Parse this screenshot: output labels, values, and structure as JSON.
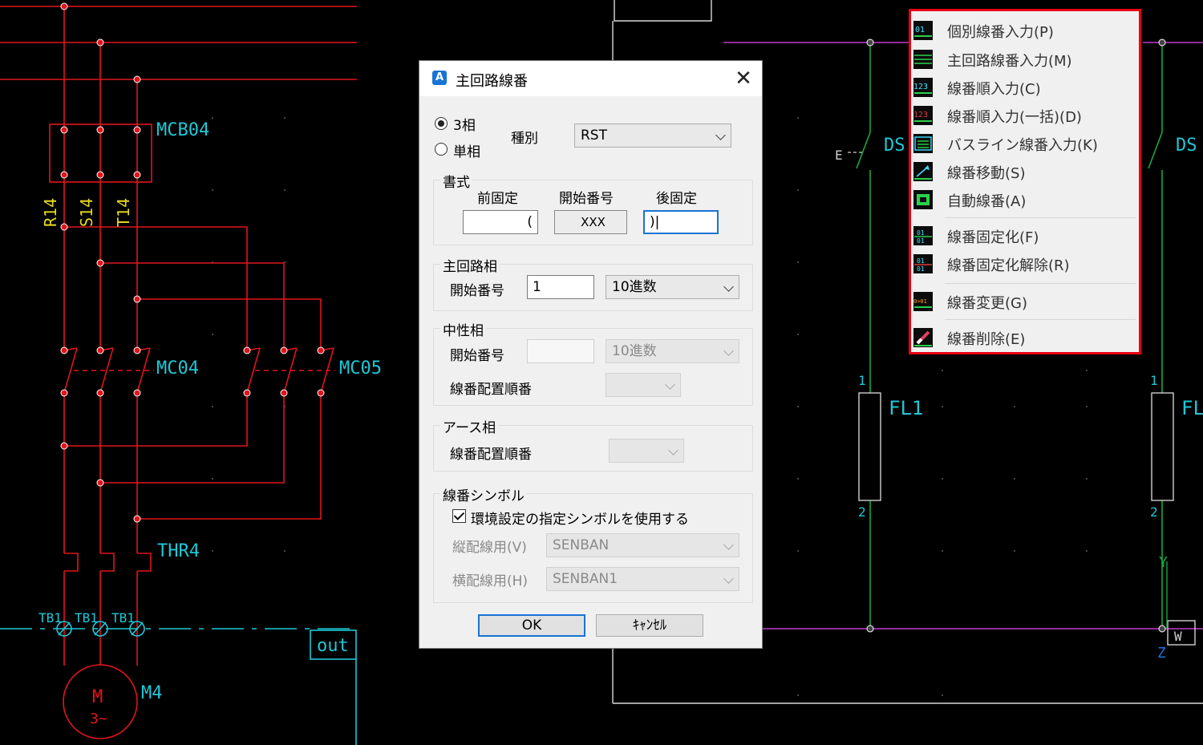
{
  "cad": {
    "mcb_label": "MCB04",
    "wire_labels": [
      "R14",
      "S14",
      "T14"
    ],
    "mc04_label": "MC04",
    "mc05_label": "MC05",
    "thr_label": "THR4",
    "tb_labels": [
      "TB1",
      "TB1",
      "TB1"
    ],
    "out_label": "out",
    "motor_letter": "M",
    "motor_phase": "3~",
    "motor_label": "M4",
    "ds_label": "DS",
    "ds_label_right": "DS",
    "fl_label": "FL1",
    "fl_label_right": "FL",
    "e_label": "E",
    "pin_top": "1",
    "pin_bottom": "2",
    "pin_top_right": "1",
    "pin_bottom_right": "2",
    "y_label": "Y",
    "z_label": "Z",
    "w_label": "W"
  },
  "dialog": {
    "title": "主回路線番",
    "close_glyph": "✕",
    "phase_3": "3相",
    "phase_1": "単相",
    "kind_label": "種別",
    "kind_value": "RST",
    "format": {
      "group": "書式",
      "prefix_label": "前固定",
      "start_label": "開始番号",
      "suffix_label": "後固定",
      "prefix_value": "(",
      "start_value": "XXX",
      "suffix_value": ")|"
    },
    "main": {
      "group": "主回路相",
      "start_label": "開始番号",
      "start_value": "1",
      "radix": "10進数"
    },
    "neutral": {
      "group": "中性相",
      "start_label": "開始番号",
      "start_value": "",
      "radix": "10進数",
      "order_label": "線番配置順番"
    },
    "earth": {
      "group": "アース相",
      "order_label": "線番配置順番"
    },
    "symbol": {
      "group": "線番シンボル",
      "check_label": "環境設定の指定シンボルを使用する",
      "vertical_label": "縦配線用(V)",
      "vertical_value": "SENBAN",
      "horizontal_label": "横配線用(H)",
      "horizontal_value": "SENBAN1"
    },
    "ok": "OK",
    "cancel": "ｷｬﾝｾﾙ"
  },
  "menu": {
    "items": [
      {
        "label": "個別線番入力(P)",
        "icon": "number-01-icon"
      },
      {
        "label": "主回路線番入力(M)",
        "icon": "main-circuit-wire-icon"
      },
      {
        "label": "線番順入力(C)",
        "icon": "sequence-123-icon"
      },
      {
        "label": "線番順入力(一括)(D)",
        "icon": "batch-sequence-123-icon"
      },
      {
        "label": "バスライン線番入力(K)",
        "icon": "busline-icon"
      },
      {
        "label": "線番移動(S)",
        "icon": "move-number-icon"
      },
      {
        "label": "自動線番(A)",
        "icon": "auto-number-icon"
      },
      {
        "label": "線番固定化(F)",
        "icon": "fix-number-icon"
      },
      {
        "label": "線番固定化解除(R)",
        "icon": "unfix-number-icon"
      },
      {
        "label": "線番変更(G)",
        "icon": "change-number-icon"
      },
      {
        "label": "線番削除(E)",
        "icon": "delete-number-icon"
      }
    ]
  },
  "colors": {
    "wire_red": "#e0151b",
    "cad_cyan": "#1ec8d8",
    "cad_yellow": "#e6d81e",
    "bus_magenta": "#c23bd0",
    "wire_green": "#1aa83a",
    "highlight_red": "#e60012",
    "dialog_bg": "#f0f0f0",
    "focus_blue": "#1874d5"
  }
}
